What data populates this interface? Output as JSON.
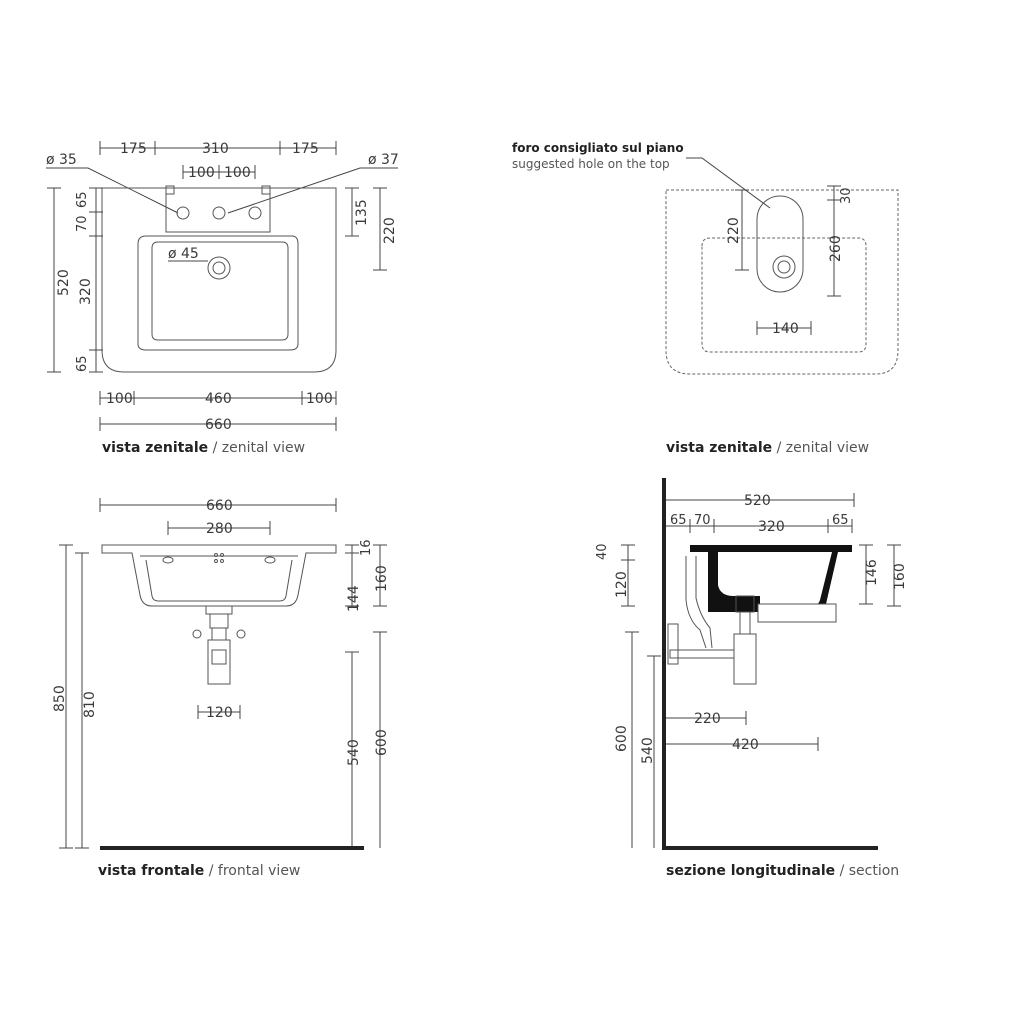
{
  "captions": {
    "top_left": {
      "bold": "vista zenitale",
      "light": " / zenital view"
    },
    "top_right": {
      "bold": "vista zenitale",
      "light": " / zenital view"
    },
    "bottom_left": {
      "bold": "vista frontale",
      "light": " / frontal view"
    },
    "bottom_right": {
      "bold": "sezione longitudinale",
      "light": " / section"
    }
  },
  "note": {
    "it": "foro consigliato sul piano",
    "en": "suggested hole on the top"
  },
  "top_left_dims": {
    "w175a": "175",
    "w310": "310",
    "w175b": "175",
    "phi35": "ø 35",
    "phi37": "ø 37",
    "w100a": "100",
    "w100b": "100",
    "h70": "70",
    "h65a": "65",
    "h135": "135",
    "h220": "220",
    "phi45": "ø 45",
    "h520": "520",
    "h320": "320",
    "h65b": "65",
    "b100a": "100",
    "b460": "460",
    "b100b": "100",
    "total660": "660"
  },
  "top_right_dims": {
    "h220": "220",
    "h30": "30",
    "h260": "260",
    "w140": "140"
  },
  "bottom_left_dims": {
    "w660": "660",
    "w280": "280",
    "h16": "16",
    "h144": "144",
    "h160": "160",
    "h850": "850",
    "h810": "810",
    "w120": "120",
    "h540": "540",
    "h600": "600"
  },
  "bottom_right_dims": {
    "w520": "520",
    "s65a": "65",
    "s70": "70",
    "s320": "320",
    "s65b": "65",
    "h40": "40",
    "h120": "120",
    "h146": "146",
    "h160": "160",
    "d220": "220",
    "d420": "420",
    "h600": "600",
    "h540": "540"
  }
}
